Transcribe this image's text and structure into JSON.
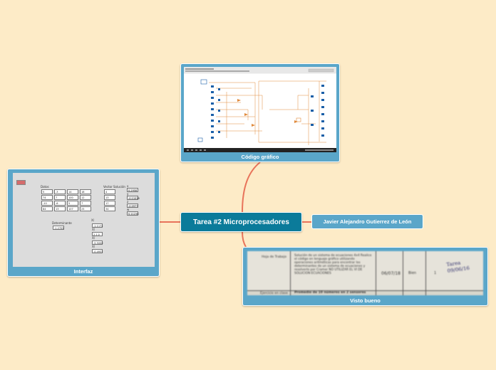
{
  "central_topic": "Tarea #2 Microprocesadores",
  "author_topic": "Javier Alejandro Gutierrez de León",
  "cards": {
    "codigo": {
      "label": "Código gráfico"
    },
    "interfaz": {
      "label": "Interfaz",
      "header_left": "Datos",
      "header_right": "Vector Solución",
      "determinant_label": "Determinante",
      "determinant_value": "-1.2705",
      "matrix_rows": [
        [
          "5",
          "-3",
          "14",
          "18"
        ],
        [
          "74",
          "7",
          "100",
          "12"
        ],
        [
          "-10",
          "-6",
          "5",
          "7"
        ],
        [
          "84",
          "13",
          "107",
          "25"
        ]
      ],
      "constants": [
        "4",
        "13",
        "17",
        "34"
      ],
      "solution_pairs": [
        {
          "label": "x",
          "value": "0.2958"
        },
        {
          "label": "y",
          "value": "-0.11018"
        },
        {
          "label": "z",
          "value": "-0.0977"
        },
        {
          "label": "w",
          "value": "0.11236"
        }
      ],
      "side_list_label": "X/",
      "side_list": [
        "-1.1172",
        "X/",
        "2.1.0",
        "X/",
        "-5.5000",
        "X/",
        "-0.4931"
      ]
    },
    "visto": {
      "label": "Visto bueno",
      "row1_left": "Hoja de Trabajo",
      "row1_text": "Solución de un sistema de ecuaciones 4x4 Realice el código en lenguaje gráfico utilizando operaciones aritméticas para encontrar los determinantes de un sistema de ecuaciones y resolverlo por Cramer NO UTILIZAR EL VI DE SOLUCION ECUACIONES",
      "row1_date": "06/07/18",
      "row1_status": "Bien",
      "row1_count": "1",
      "signature_text": "Tarea 09/06/16",
      "row2_left": "Ejercicio en clase",
      "row2_text": "Promedio de 10 números en 2 sensores"
    }
  },
  "colors": {
    "background": "#fdebc7",
    "central": "#0b7b9a",
    "child": "#5aa6c9",
    "connector": "#e8735a"
  }
}
